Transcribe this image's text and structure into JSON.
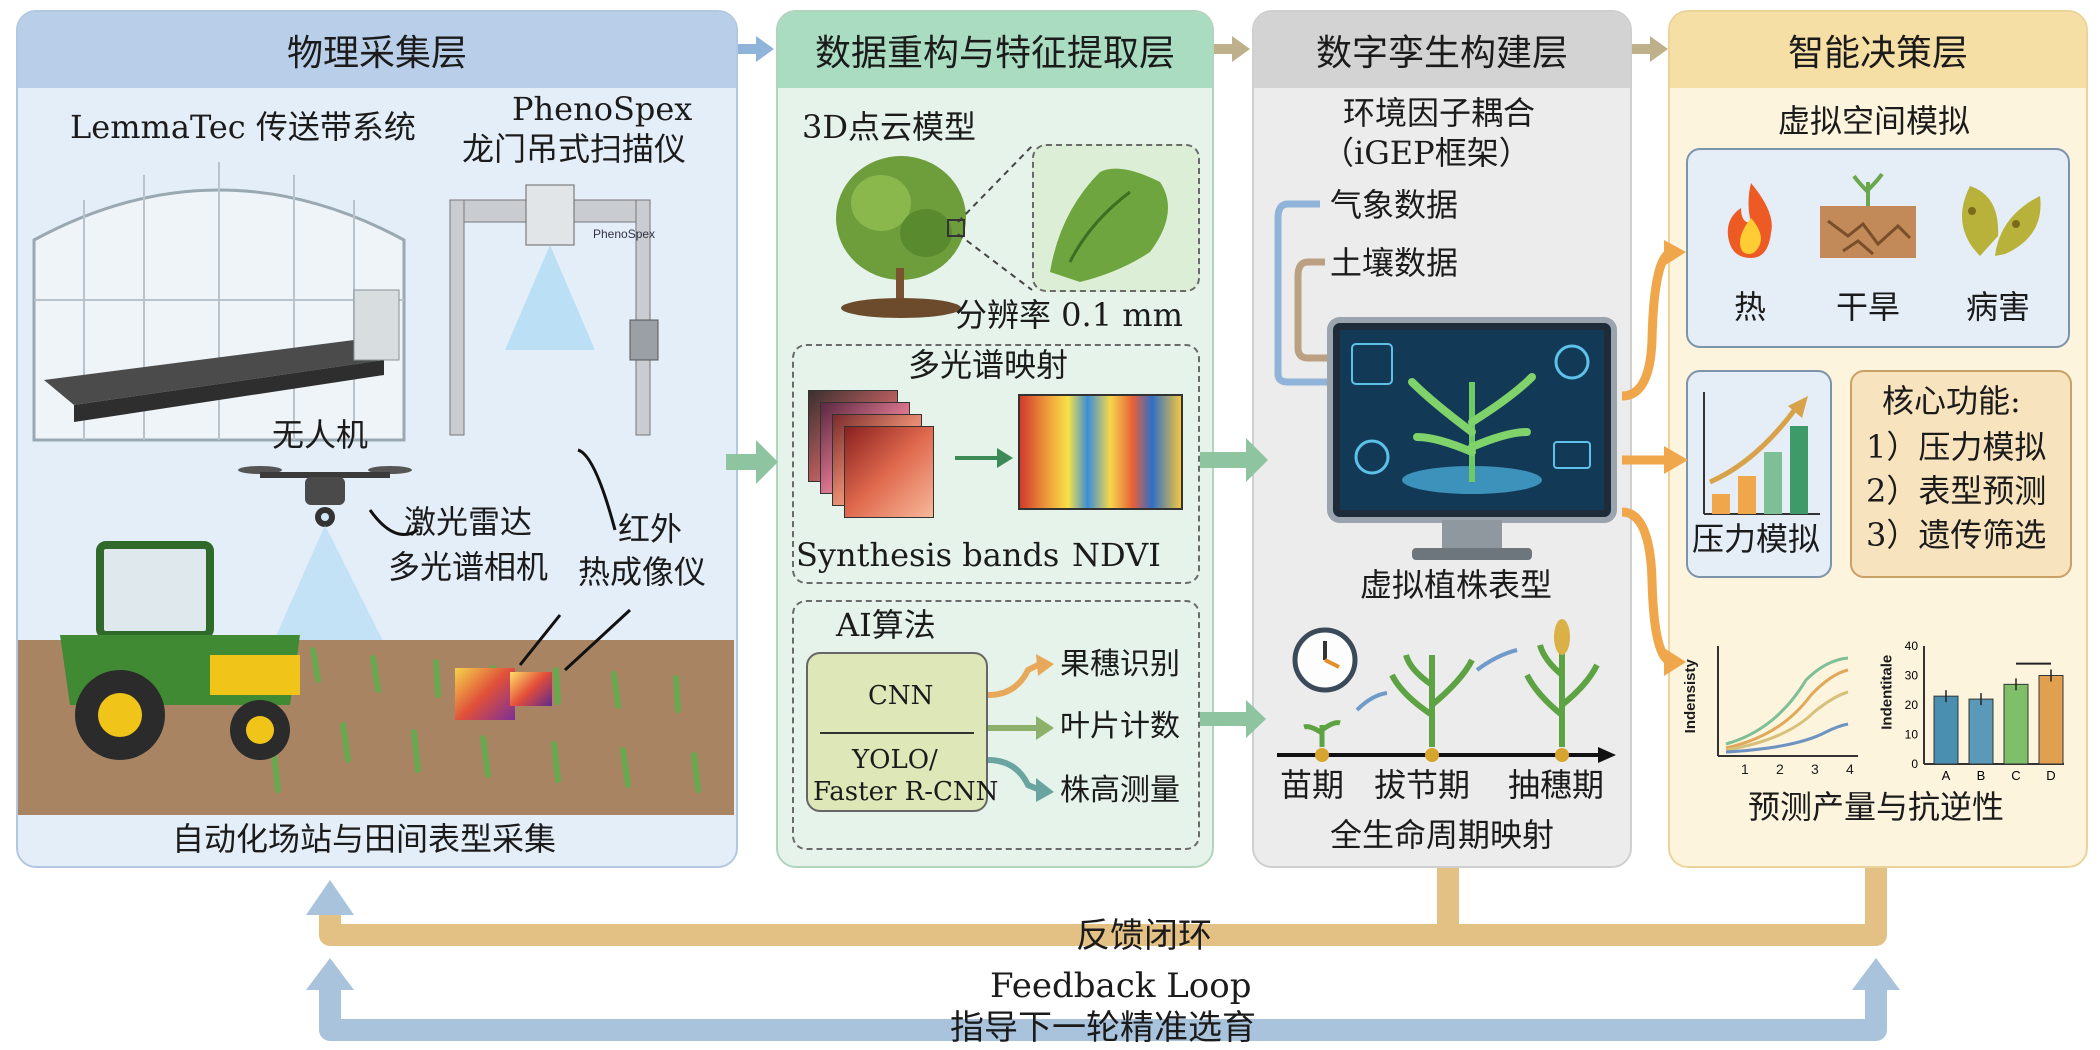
{
  "layers": {
    "physical": {
      "title": "物理采集层",
      "lemmatec": "LemmaTec 传送带系统",
      "phenospex_1": "PhenoSpex",
      "phenospex_2": "龙门吊式扫描仪",
      "gantry_brand": "PhenoSpex",
      "drone": "无人机",
      "lidar": "激光雷达",
      "multispectral_cam": "多光谱相机",
      "thermal_1": "红外",
      "thermal_2": "热成像仪",
      "caption": "自动化场站与田间表型采集"
    },
    "reconstruction": {
      "title": "数据重构与特征提取层",
      "pointcloud": "3D点云模型",
      "resolution": "分辨率 0.1 mm",
      "multispectral_title": "多光谱映射",
      "synthesis": "Synthesis bands",
      "ndvi": "NDVI",
      "ai_title": "AI算法",
      "cnn": "CNN",
      "yolo_1": "YOLO/",
      "yolo_2": "Faster R-CNN",
      "outputs": [
        "果穗识别",
        "叶片计数",
        "株高测量"
      ]
    },
    "twin": {
      "title": "数字孪生构建层",
      "env_1": "环境因子耦合",
      "env_2": "（iGEP框架）",
      "weather": "气象数据",
      "soil": "土壤数据",
      "virtual_plant": "虚拟植株表型",
      "stages": [
        "苗期",
        "拔节期",
        "抽穗期"
      ],
      "lifecycle": "全生命周期映射"
    },
    "decision": {
      "title": "智能决策层",
      "virtual_space": "虚拟空间模拟",
      "stresses": [
        "热",
        "干旱",
        "病害"
      ],
      "pressure": "压力模拟",
      "core_title": "核心功能:",
      "core_items": [
        "1）压力模拟",
        "2）表型预测",
        "3）遗传筛选"
      ],
      "prediction": "预测产量与抗逆性",
      "line_chart": {
        "ylabel": "Indensisty",
        "x_ticks": [
          "1",
          "2",
          "3",
          "4"
        ]
      },
      "bar_chart": {
        "ylabel": "Indentitale",
        "y_ticks": [
          "40",
          "30",
          "20",
          "10",
          "0"
        ],
        "categories": [
          "A",
          "B",
          "C",
          "D"
        ],
        "values": [
          23,
          22,
          27,
          30
        ]
      }
    }
  },
  "feedback": {
    "cn": "反馈闭环",
    "en": "Feedback Loop",
    "guide": "指导下一轮精准选育"
  },
  "colors": {
    "blue_arrow": "#8fb3d9",
    "tan_arrow": "#bdb08a",
    "orange_arrow": "#f0a64a",
    "green_arrow": "#7fbf95"
  }
}
